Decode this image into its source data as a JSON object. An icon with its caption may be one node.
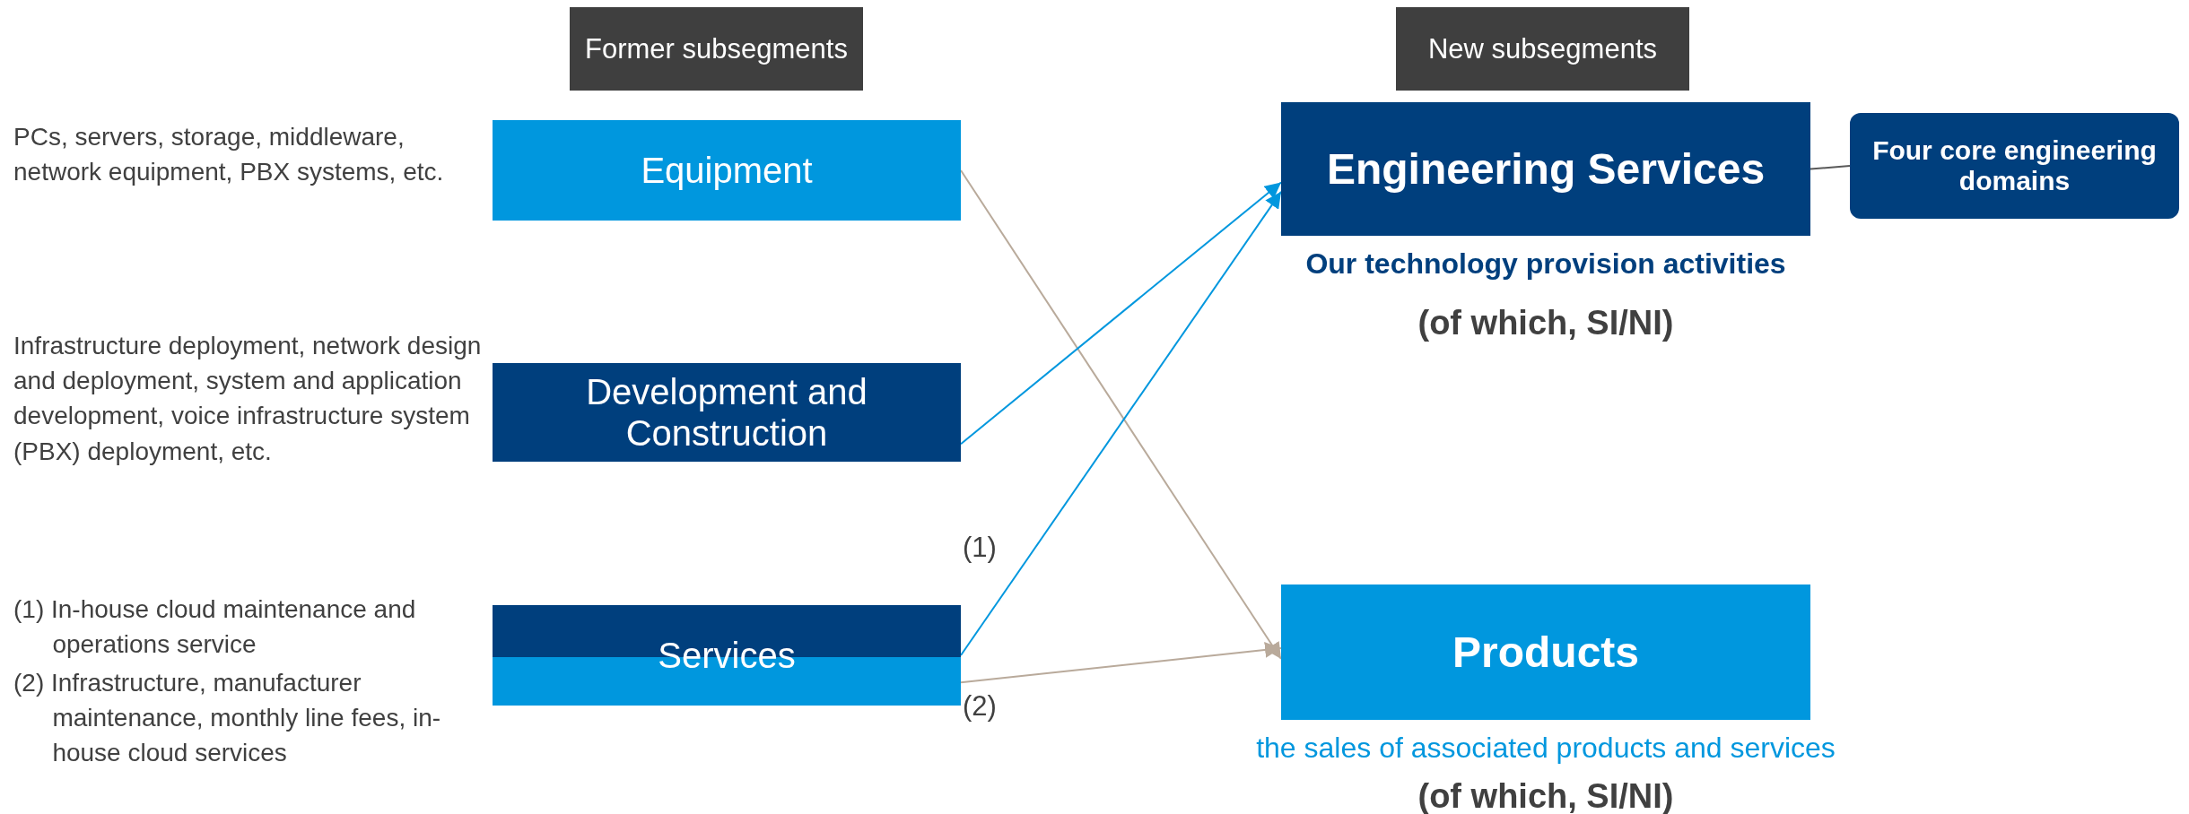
{
  "diagram": {
    "nodes": [
      {
        "text": [
          "Former subsegments"
        ]
      },
      {
        "text": [
          "New subsegments"
        ]
      },
      {
        "text": [
          "Equipment"
        ],
        "beside": [
          "PCs, servers, storage, middleware, network equipment, PBX systems, etc."
        ]
      },
      {
        "text": [
          "Development and Construction"
        ],
        "beside": [
          "Infrastructure deployment, network design and deployment, system and application development, voice infrastructure system (PBX) deployment, etc."
        ]
      },
      {
        "text": [
          "Services"
        ],
        "beside": [
          "(1) In-house cloud maintenance and operations service",
          "(2) Infrastructure, manufacturer maintenance, monthly line fees, in-house cloud services"
        ]
      },
      {
        "text": [
          "Engineering Services"
        ],
        "beside": [
          "Our technology provision activities",
          "(of which, SI/NI)"
        ]
      },
      {
        "text": [
          "Four core engineering domains"
        ]
      },
      {
        "text": [
          "Products"
        ],
        "beside": [
          "the sales of associated products and services",
          "(of which, SI/NI)"
        ]
      }
    ],
    "edges": [
      {
        "from": 2,
        "to": 7,
        "arrow": "to",
        "color": "#b9aa9b"
      },
      {
        "from": 3,
        "to": 5,
        "arrow": "to",
        "color": "#0097de"
      },
      {
        "from": 4,
        "to": 5,
        "arrow": "to",
        "color": "#0097de",
        "label": "(1)"
      },
      {
        "from": 4,
        "to": 7,
        "arrow": "to",
        "color": "#b9aa9b",
        "label": "(2)"
      },
      {
        "from": 5,
        "to": 6,
        "arrow": "none",
        "color": "#595959"
      }
    ]
  }
}
